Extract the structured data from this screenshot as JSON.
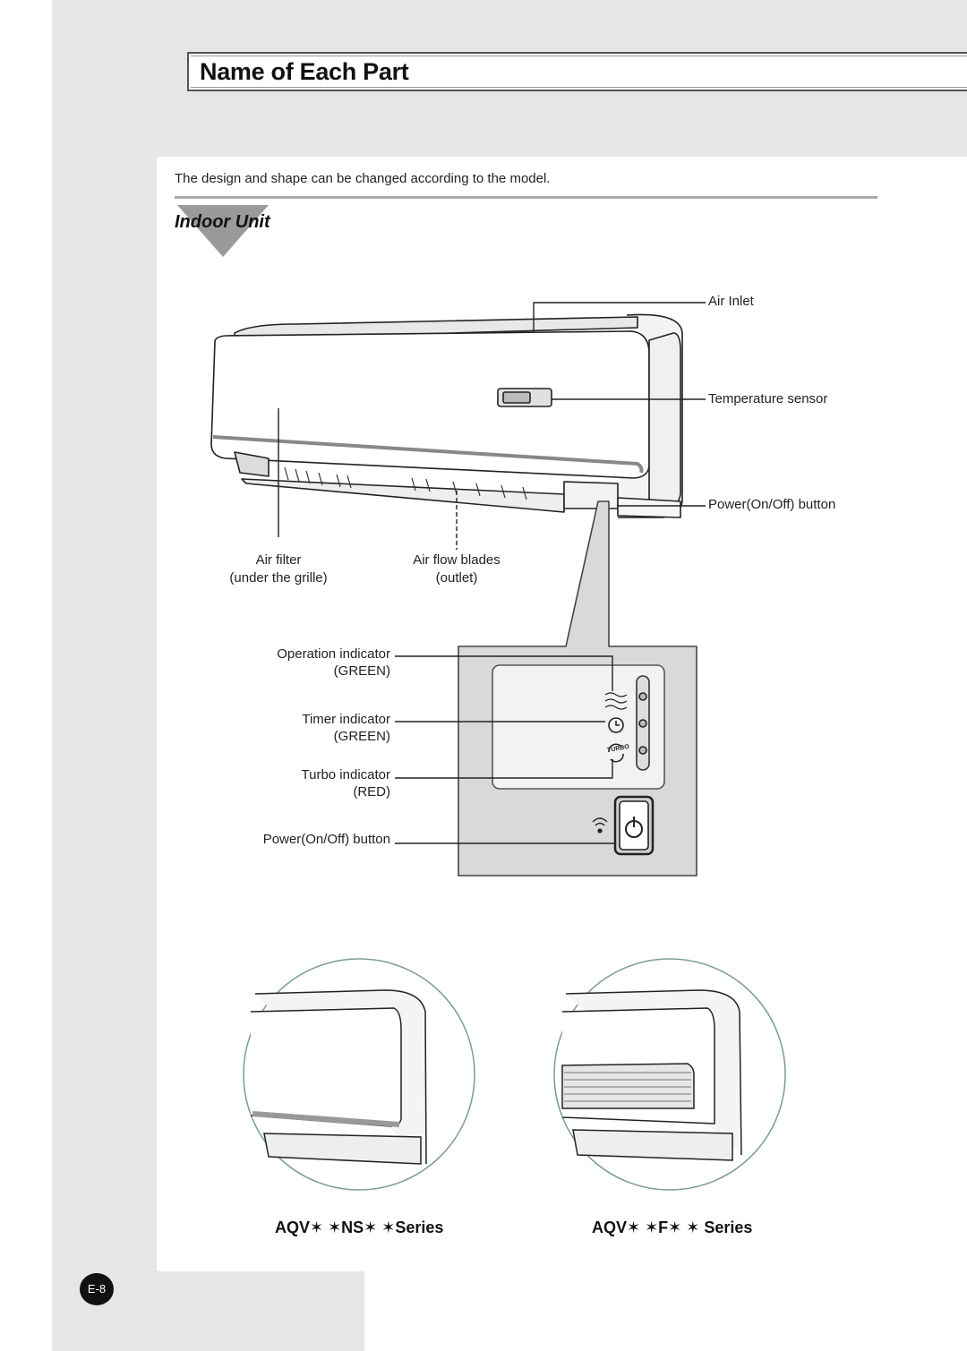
{
  "page": {
    "title": "Name of Each Part",
    "intro": "The design and shape can be changed according to the model.",
    "section": "Indoor Unit",
    "page_number": "E-8"
  },
  "labels": {
    "air_inlet": "Air Inlet",
    "temperature_sensor": "Temperature sensor",
    "power_button_top": "Power(On/Off) button",
    "air_filter": "Air filter",
    "air_filter_sub": "(under the grille)",
    "air_flow_blades": "Air flow blades",
    "air_flow_blades_sub": "(outlet)",
    "operation_indicator": "Operation indicator",
    "operation_color": "(GREEN)",
    "timer_indicator": "Timer indicator",
    "timer_color": "(GREEN)",
    "turbo_indicator": "Turbo indicator",
    "turbo_color": "(RED)",
    "power_button_panel": "Power(On/Off) button"
  },
  "panel": {
    "turbo_text": "TURBO"
  },
  "series": {
    "left": "AQV✶ ✶NS✶ ✶Series",
    "right": "AQV✶ ✶F✶ ✶ Series"
  },
  "colors": {
    "band": "#e6e6e6",
    "panel_gray": "#d9d9d9",
    "badge": "#111111"
  }
}
